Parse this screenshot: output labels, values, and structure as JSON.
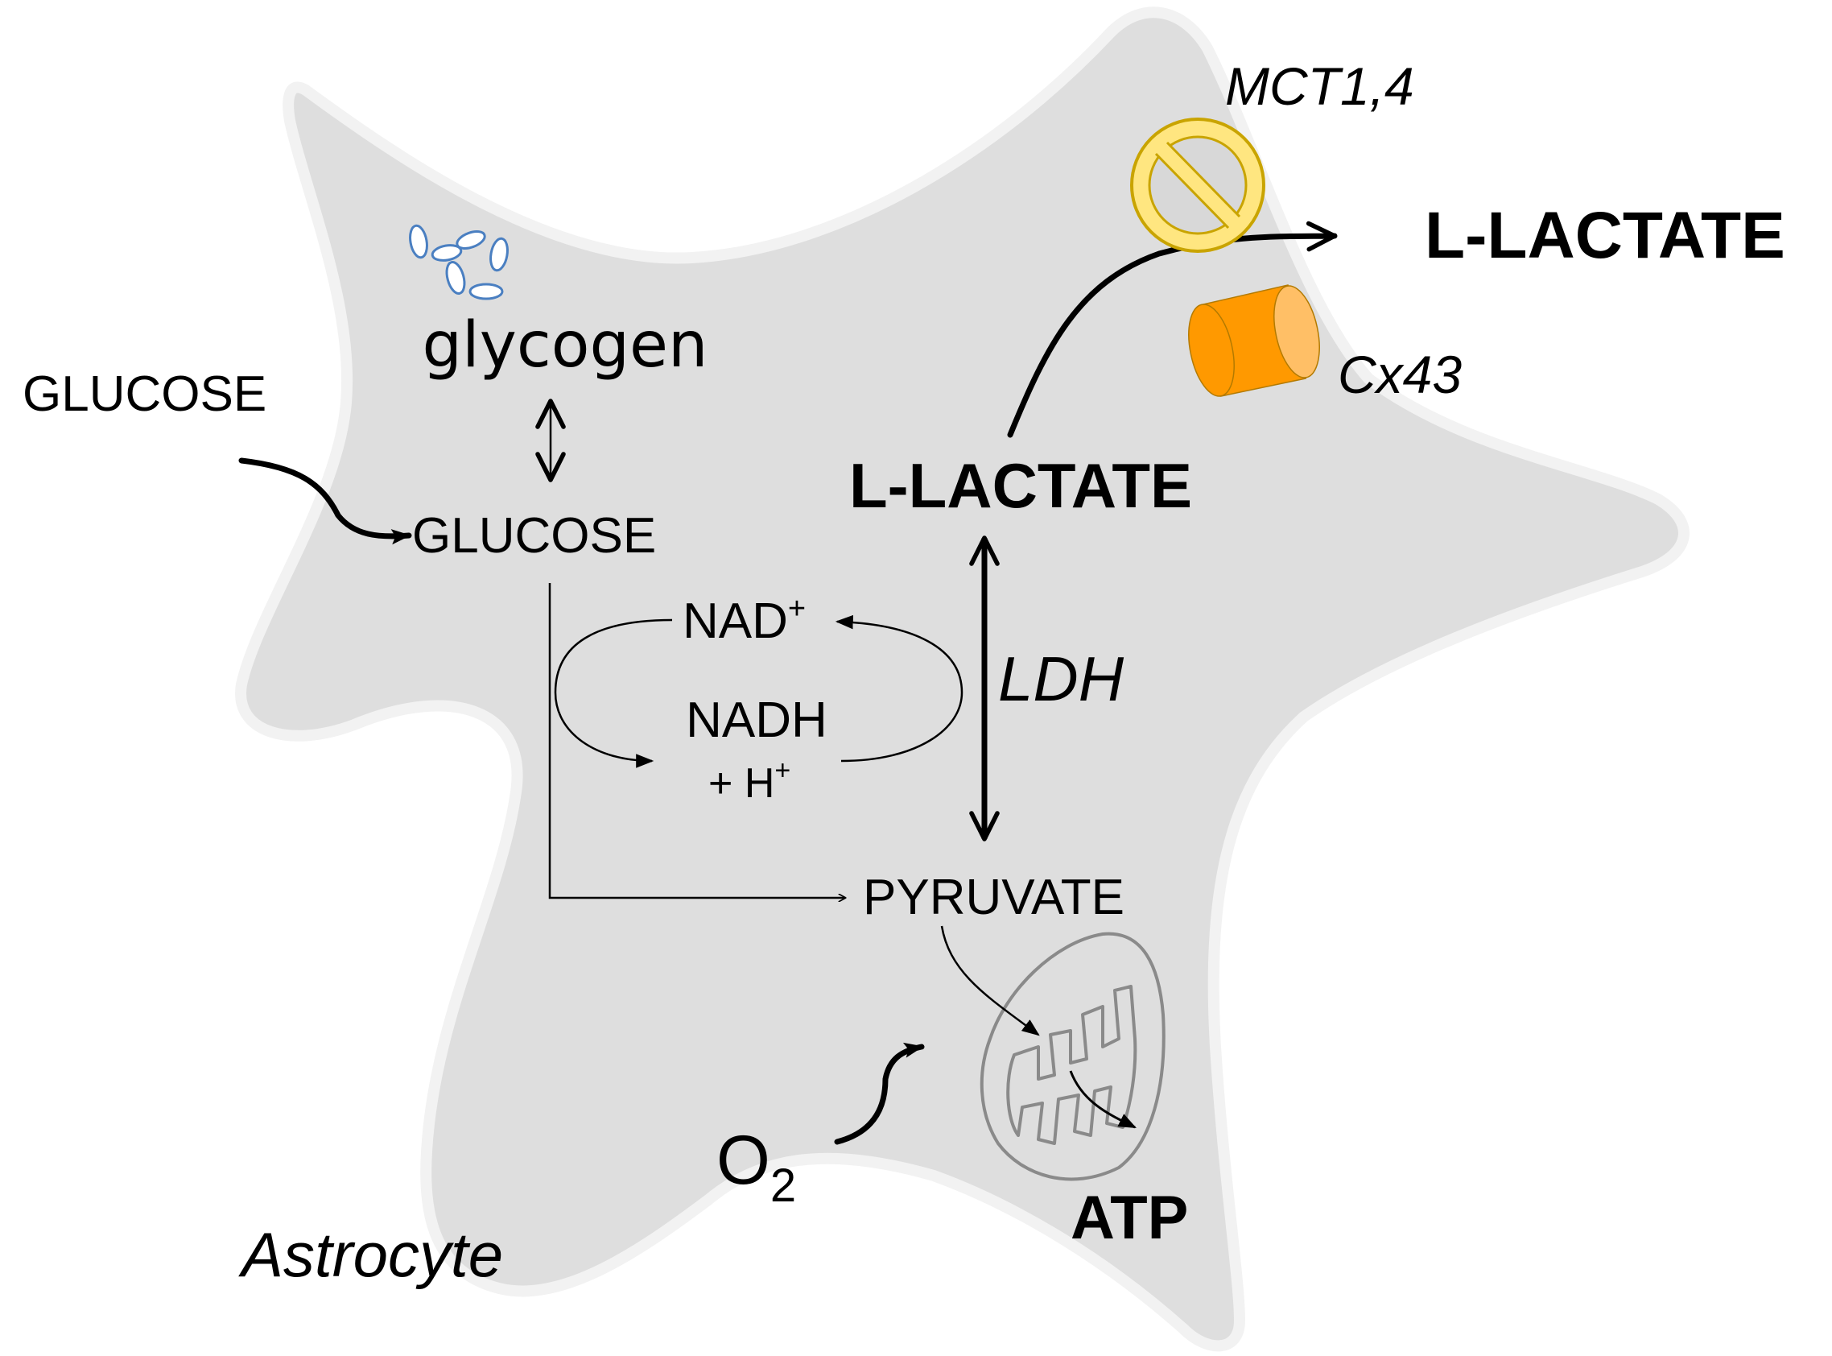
{
  "diagram": {
    "cell_label": "Astrocyte",
    "glucose_outside": "GLUCOSE",
    "glycogen": "glycogen",
    "glucose_inside": "GLUCOSE",
    "nad_plus": "NAD",
    "nadh": "NADH",
    "h_plus": "+ H",
    "superscript_plus": "+",
    "pyruvate": "PYRUVATE",
    "lactate_inside": "L-LACTATE",
    "lactate_outside": "L-LACTATE",
    "ldh": "LDH",
    "mct": "MCT1,4",
    "cx43": "Cx43",
    "oxygen": "O",
    "oxygen_subscript": "2",
    "atp": "ATP"
  },
  "colors": {
    "cell_fill": "#dedede",
    "cell_edge": "#f2f2f2",
    "glycogen_granules": "#4a7fc1",
    "mct_symbol_fill": "#ffe680",
    "mct_symbol_stroke": "#c9a400",
    "cx43_fill": "#ff9900",
    "cx43_top": "#ffbf66",
    "mitochondrion_stroke": "#8a8a8a"
  },
  "icons": {
    "mct": "prohibition-icon",
    "cx43": "cylinder-channel-icon",
    "mitochondrion": "mitochondrion-icon",
    "glycogen": "glycogen-granules-icon"
  }
}
